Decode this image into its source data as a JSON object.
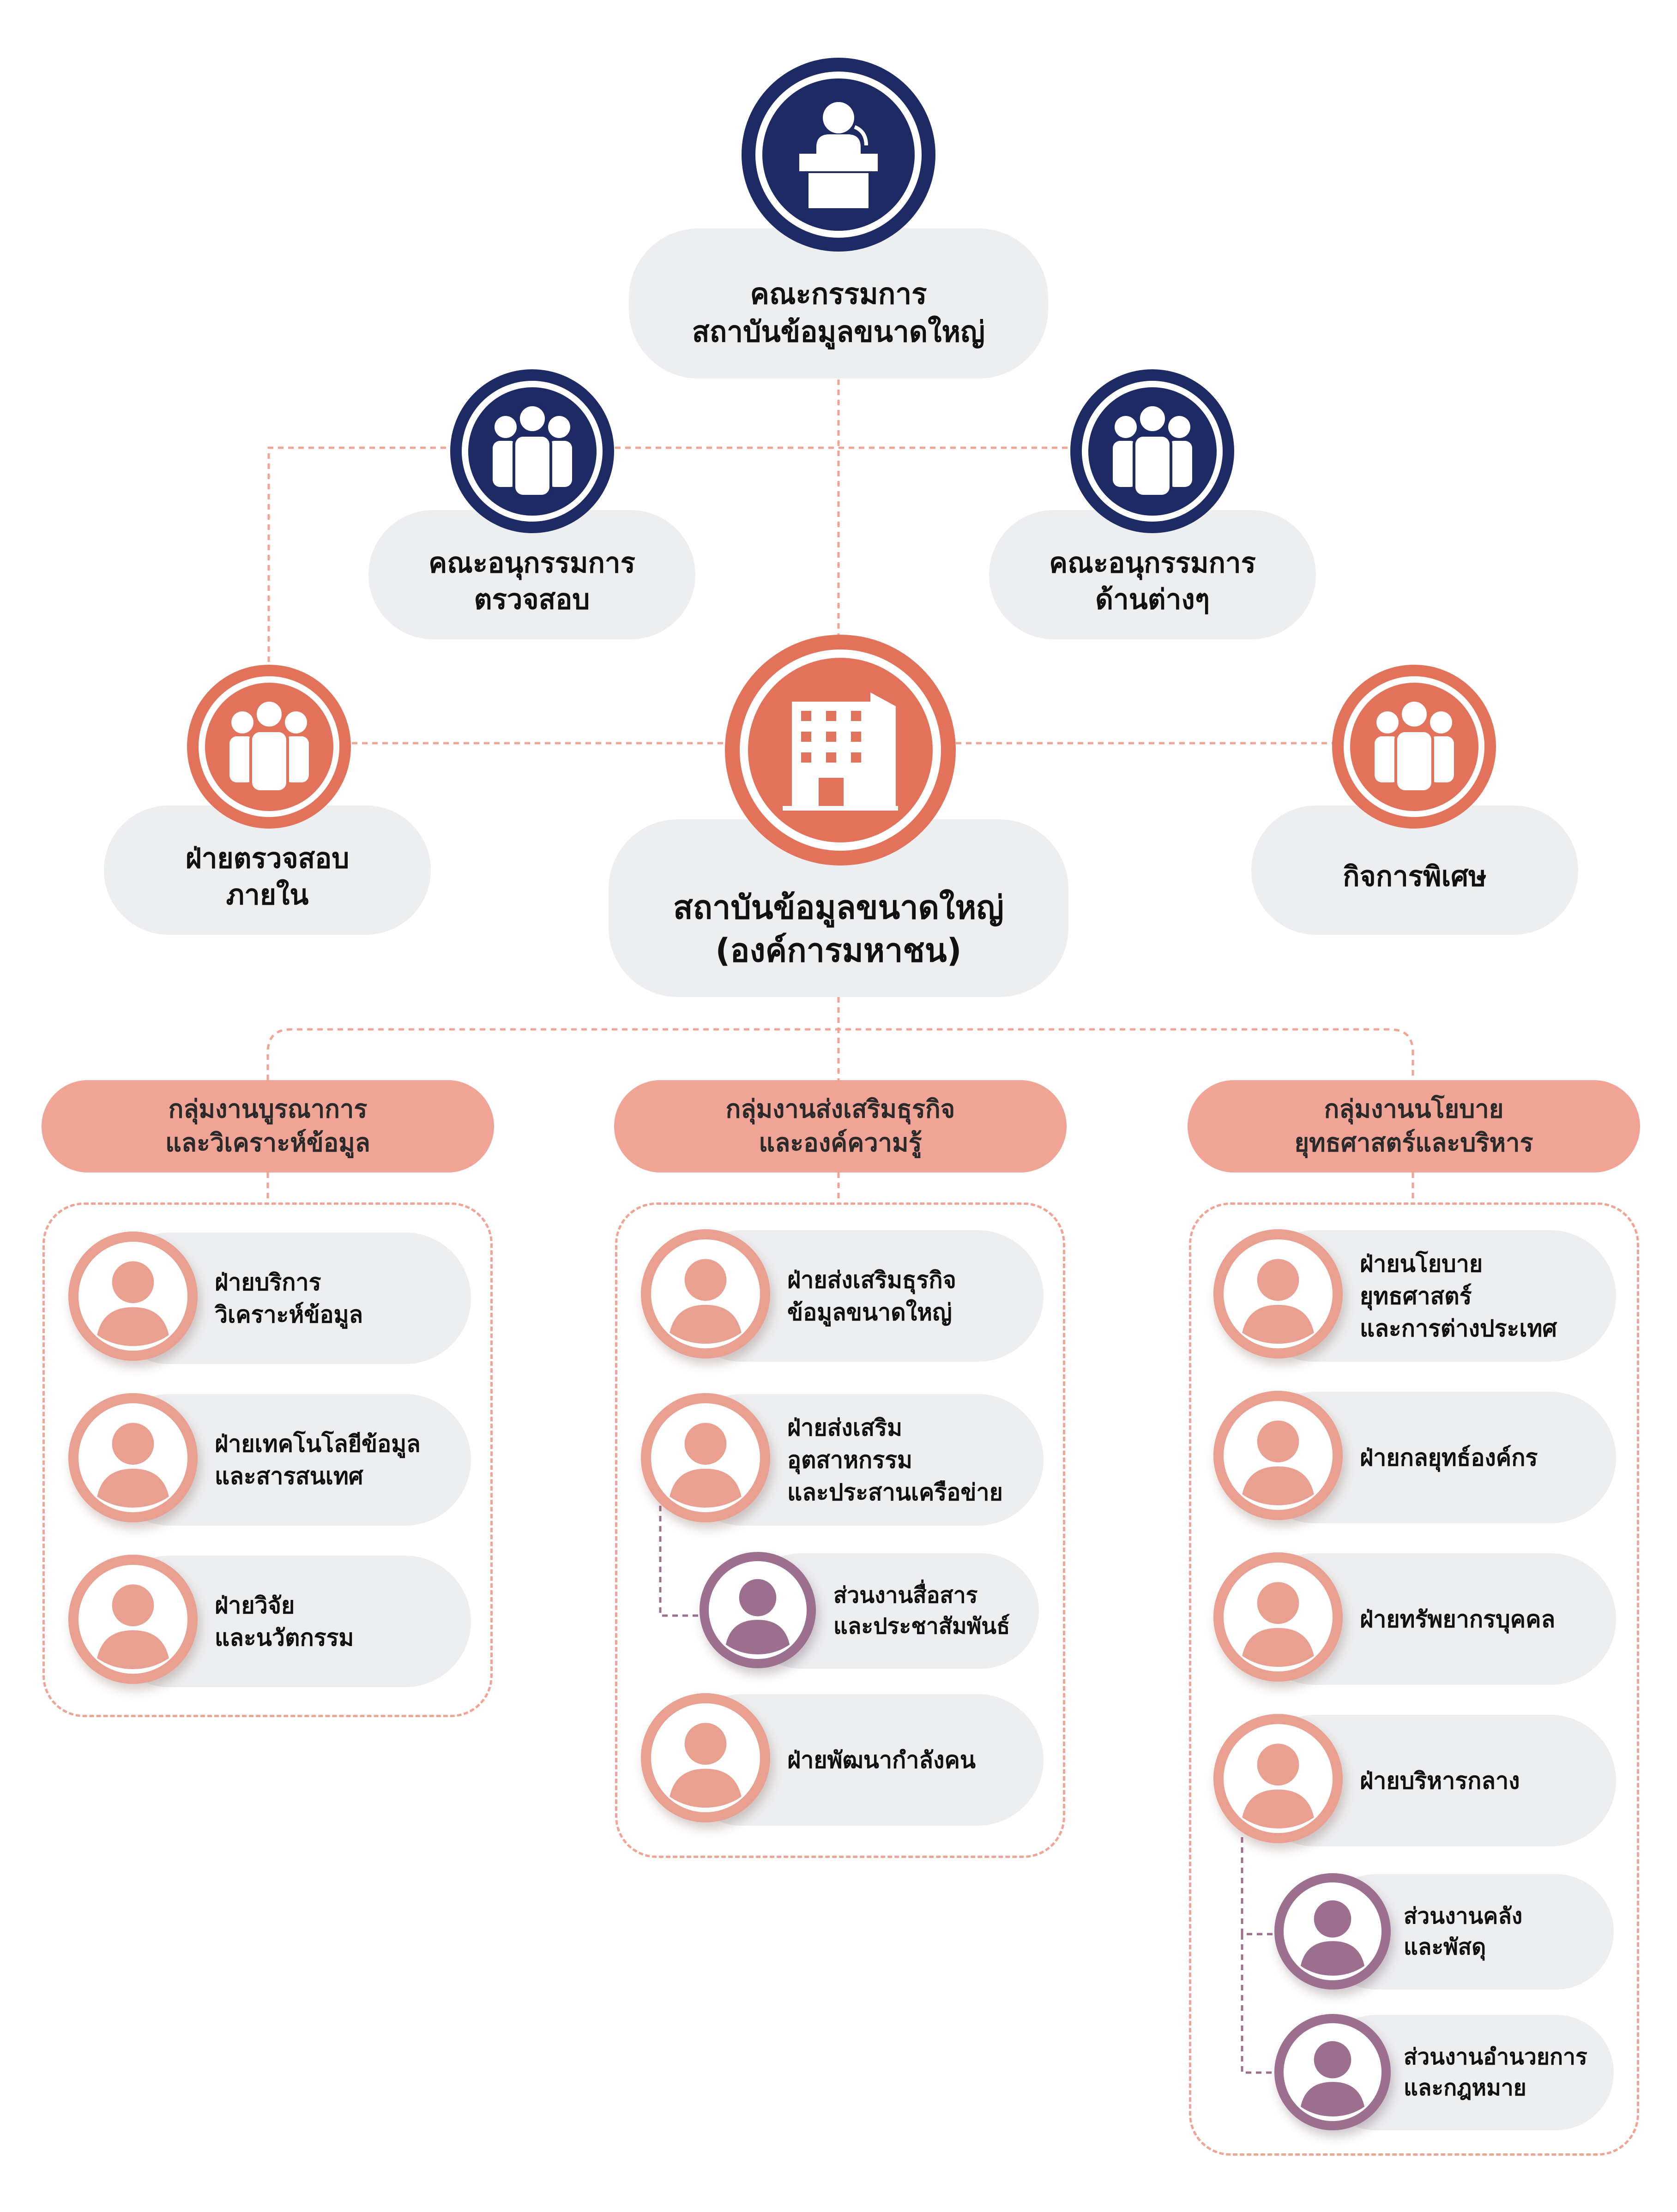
{
  "colors": {
    "navy": "#1d2a63",
    "orange": "#e2725a",
    "salmon": "#f0a496",
    "pink_avatar": "#e9a090",
    "purple_avatar": "#9c6f8e",
    "pill_gray": "#edeef0"
  },
  "top": {
    "board": "คณะกรรมการ\nสถาบันข้อมูลขนาดใหญ่",
    "audit_committee": "คณะอนุกรรมการ\nตรวจสอบ",
    "other_committees": "คณะอนุกรรมการ\nด้านต่างๆ",
    "internal_audit": "ฝ่ายตรวจสอบ\nภายใน",
    "institute": "สถาบันข้อมูลขนาดใหญ่\n(องค์การมหาชน)",
    "special_affairs": "กิจการพิเศษ"
  },
  "icons": {
    "board": "podium-speaker-icon",
    "committees": "group-people-icon",
    "institute": "building-icon",
    "units": "person-avatar-icon"
  },
  "groups": [
    {
      "title": "กลุ่มงานบูรณาการ\nและวิเคราะห์ข้อมูล",
      "departments": [
        {
          "label": "ฝ่ายบริการ\nวิเคราะห์ข้อมูล"
        },
        {
          "label": "ฝ่ายเทคโนโลยีข้อมูล\nและสารสนเทศ"
        },
        {
          "label": "ฝ่ายวิจัย\nและนวัตกรรม"
        }
      ]
    },
    {
      "title": "กลุ่มงานส่งเสริมธุรกิจ\nและองค์ความรู้",
      "departments": [
        {
          "label": "ฝ่ายส่งเสริมธุรกิจ\nข้อมูลขนาดใหญ่"
        },
        {
          "label": "ฝ่ายส่งเสริม\nอุตสาหกรรม\nและประสานเครือข่าย"
        },
        {
          "label": "ฝ่ายพัฒนากำลังคน"
        }
      ],
      "subunits": [
        {
          "label": "ส่วนงานสื่อสาร\nและประชาสัมพันธ์"
        }
      ]
    },
    {
      "title": "กลุ่มงานนโยบาย\nยุทธศาสตร์และบริหาร",
      "departments": [
        {
          "label": "ฝ่ายนโยบาย\nยุทธศาสตร์\nและการต่างประเทศ"
        },
        {
          "label": "ฝ่ายกลยุทธ์องค์กร"
        },
        {
          "label": "ฝ่ายทรัพยากรบุคคล"
        },
        {
          "label": "ฝ่ายบริหารกลาง"
        }
      ],
      "subunits": [
        {
          "label": "ส่วนงานคลัง\nและพัสดุ"
        },
        {
          "label": "ส่วนงานอำนวยการ\nและกฎหมาย"
        }
      ]
    }
  ]
}
